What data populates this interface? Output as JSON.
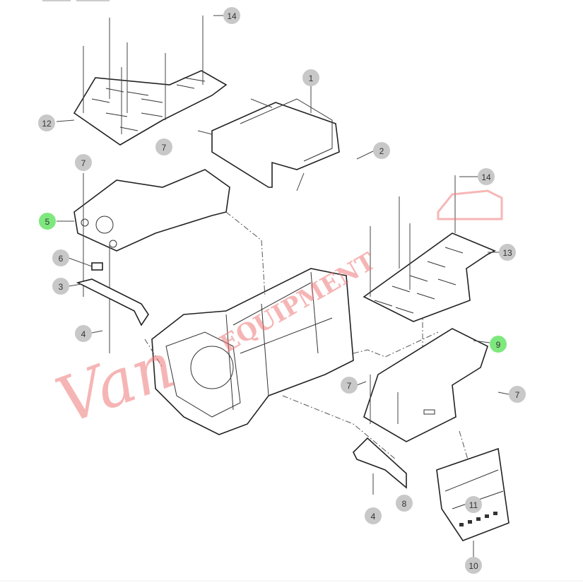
{
  "diagram": {
    "colors": {
      "callout": "#c8c8c8",
      "highlight": "#7ee87e",
      "watermark": "#f07a7a"
    },
    "watermark": "Van EQUIPMENT",
    "callouts": [
      {
        "id": "c14a",
        "label": "14"
      },
      {
        "id": "c1",
        "label": "1"
      },
      {
        "id": "c12",
        "label": "12"
      },
      {
        "id": "c2",
        "label": "2"
      },
      {
        "id": "c7a",
        "label": "7"
      },
      {
        "id": "c7b",
        "label": "7"
      },
      {
        "id": "c14b",
        "label": "14"
      },
      {
        "id": "c5",
        "label": "5",
        "highlight": true
      },
      {
        "id": "c13",
        "label": "13"
      },
      {
        "id": "c6",
        "label": "6"
      },
      {
        "id": "c3",
        "label": "3"
      },
      {
        "id": "c4a",
        "label": "4"
      },
      {
        "id": "c9",
        "label": "9",
        "highlight": true
      },
      {
        "id": "c7c",
        "label": "7"
      },
      {
        "id": "c7d",
        "label": "7"
      },
      {
        "id": "c8",
        "label": "8"
      },
      {
        "id": "c11",
        "label": "11"
      },
      {
        "id": "c4b",
        "label": "4"
      },
      {
        "id": "c10",
        "label": "10"
      }
    ]
  }
}
